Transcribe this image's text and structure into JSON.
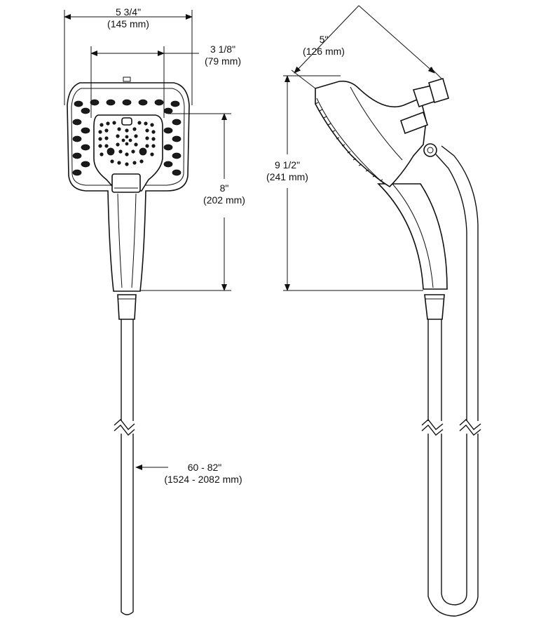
{
  "dimensions": {
    "front_width": {
      "imperial": "5 3/4\"",
      "metric": "(145 mm)"
    },
    "spray_face_width": {
      "imperial": "3 1/8\"",
      "metric": "(79 mm)"
    },
    "head_length": {
      "imperial": "8\"",
      "metric": "(202 mm)"
    },
    "hose_length": {
      "imperial": "60 - 82\"",
      "metric": "(1524 - 2082 mm)"
    },
    "side_depth": {
      "imperial": "5\"",
      "metric": "(126 mm)"
    },
    "side_height": {
      "imperial": "9 1/2\"",
      "metric": "(241 mm)"
    }
  },
  "icons": [
    "arrowhead",
    "break-symbol",
    "spray-nozzle"
  ],
  "colors": {
    "line": "#111111",
    "background": "#ffffff"
  }
}
